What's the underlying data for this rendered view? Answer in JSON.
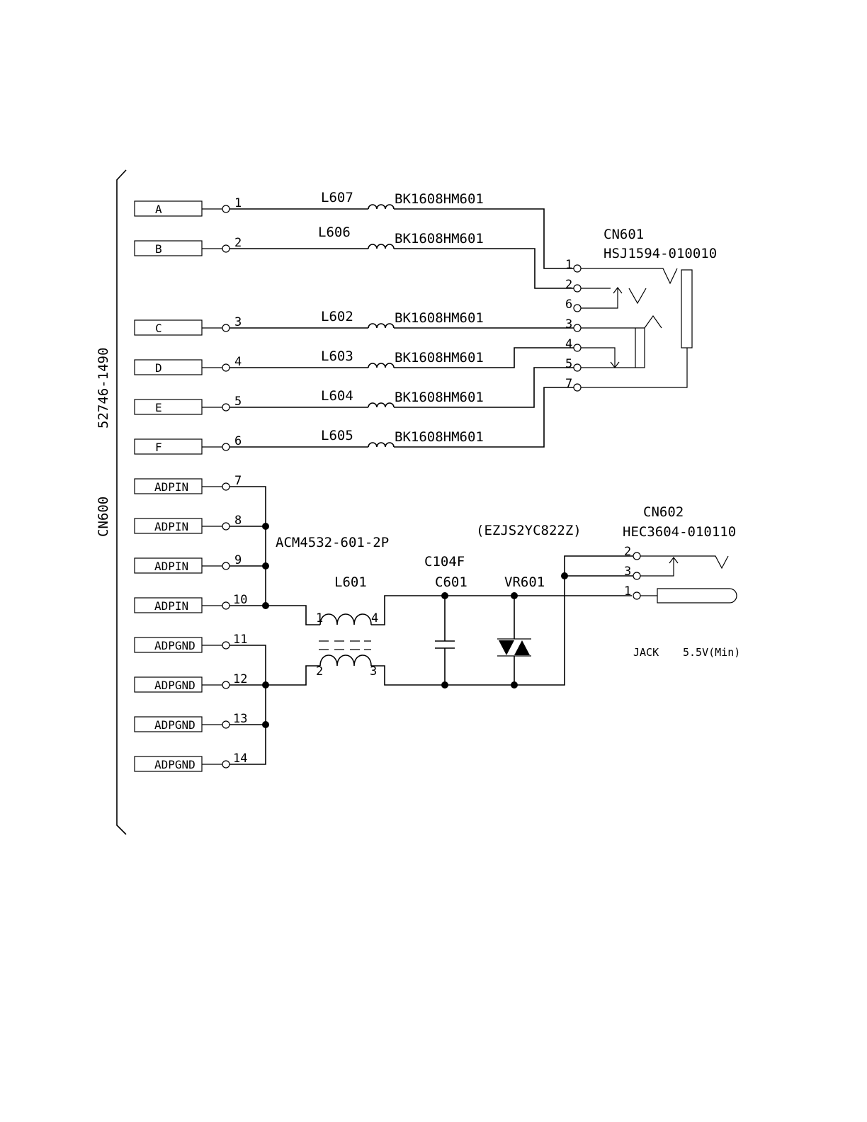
{
  "cn600": {
    "ref": "CN600",
    "part": "52746-1490",
    "pins": [
      {
        "box": "A",
        "num": "1"
      },
      {
        "box": "B",
        "num": "2"
      },
      {
        "box": "C",
        "num": "3"
      },
      {
        "box": "D",
        "num": "4"
      },
      {
        "box": "E",
        "num": "5"
      },
      {
        "box": "F",
        "num": "6"
      },
      {
        "box": "ADPIN",
        "num": "7"
      },
      {
        "box": "ADPIN",
        "num": "8"
      },
      {
        "box": "ADPIN",
        "num": "9"
      },
      {
        "box": "ADPIN",
        "num": "10"
      },
      {
        "box": "ADPGND",
        "num": "11"
      },
      {
        "box": "ADPGND",
        "num": "12"
      },
      {
        "box": "ADPGND",
        "num": "13"
      },
      {
        "box": "ADPGND",
        "num": "14"
      }
    ]
  },
  "ferrites": [
    {
      "ref": "L607",
      "part": "BK1608HM601"
    },
    {
      "ref": "L606",
      "part": "BK1608HM601"
    },
    {
      "ref": "L602",
      "part": "BK1608HM601"
    },
    {
      "ref": "L603",
      "part": "BK1608HM601"
    },
    {
      "ref": "L604",
      "part": "BK1608HM601"
    },
    {
      "ref": "L605",
      "part": "BK1608HM601"
    }
  ],
  "cn601": {
    "ref": "CN601",
    "part": "HSJ1594-010010",
    "pins": [
      "1",
      "2",
      "6",
      "3",
      "4",
      "5",
      "7"
    ]
  },
  "l601": {
    "ref": "L601",
    "part": "ACM4532-601-2P",
    "pins": [
      "1",
      "4",
      "2",
      "3"
    ]
  },
  "c601": {
    "ref": "C601",
    "value": "C104F"
  },
  "vr601": {
    "ref": "VR601",
    "part": "(EZJS2YC822Z)"
  },
  "cn602": {
    "ref": "CN602",
    "part": "HEC3604-010110",
    "pins": [
      "2",
      "3",
      "1"
    ],
    "jack_label": "JACK",
    "rating": "5.5V(Min)"
  }
}
